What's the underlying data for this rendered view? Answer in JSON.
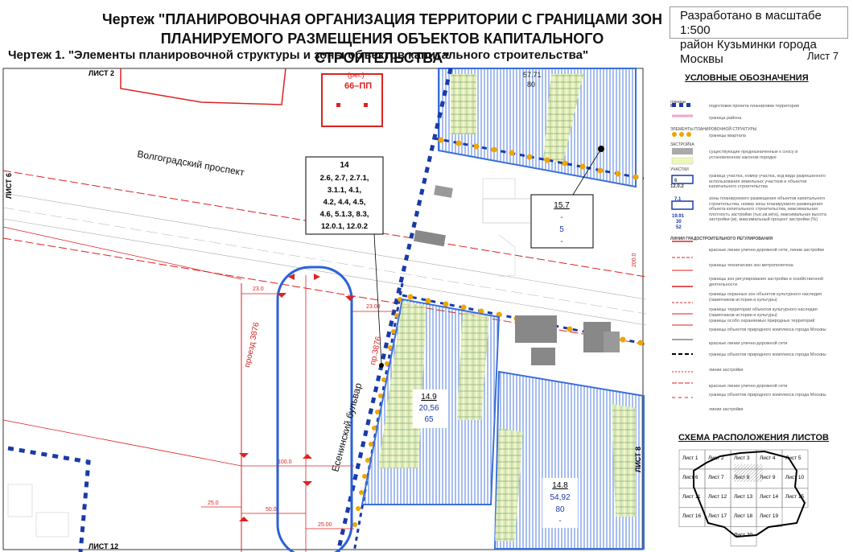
{
  "header": {
    "title_line1": "Чертеж \"ПЛАНИРОВОЧНАЯ ОРГАНИЗАЦИЯ ТЕРРИТОРИИ С ГРАНИЦАМИ ЗОН",
    "title_line2": "ПЛАНИРУЕМОГО РАЗМЕЩЕНИЯ ОБЪЕКТОВ КАПИТАЛЬНОГО СТРОИТЕЛЬСТВА\"",
    "scale_line1": "Разработано в масштабе 1:500",
    "scale_line2": "район Кузьминки города Москвы",
    "subtitle": "Чертеж 1. \"Элементы планировочной структуры и зоны объектов капитального строительства\"",
    "sheet": "Лист 7"
  },
  "map": {
    "labels": {
      "sheet_top": "ЛИСТ 2",
      "sheet_left": "ЛИСТ 6",
      "sheet_bottom": "ЛИСТ 12",
      "sheet_right": "ЛИСТ 8",
      "street_main": "Волгоградский проспект",
      "street_boulevard": "Есенинский бульвар",
      "passage_left": "проезд 3876",
      "passage_right": "пр.3876",
      "top_zone_code": "66–ПП",
      "top_zone_code2": "(рег.)",
      "top_num1": "57.71",
      "top_num2": "80",
      "dim_23": "23.0",
      "dim_23b": "23.00",
      "dim_100": "100.0",
      "dim_25": "25.0",
      "dim_50": "50.0",
      "dim_25b": "25.00",
      "dim_200": "200.0"
    },
    "block14": {
      "number": "14",
      "codes": [
        "2.6, 2.7, 2.7.1,",
        "3.1.1, 4.1,",
        "4.2, 4.4, 4.5,",
        "4.6, 5.1.3, 8.3,",
        "12.0.1, 12.0.2"
      ]
    },
    "zone15_7": {
      "id": "15.7",
      "v1": "-",
      "v2": "5",
      "v3": "-"
    },
    "zone14_9": {
      "id": "14.9",
      "v1": "20,56",
      "v2": "65"
    },
    "zone14_8": {
      "id": "14.8",
      "v1": "54,92",
      "v2": "80",
      "v3": "-"
    }
  },
  "legend": {
    "title": "УСЛОВНЫЕ ОБОЗНАЧЕНИЯ",
    "rows": [
      {
        "label": "границы",
        "text": "подготовки проекта планировки территории"
      },
      {
        "label": "",
        "text": "граница района"
      },
      {
        "label": "ЭЛЕМЕНТЫ ПЛАНИРОВОЧНОЙ СТРУКТУРЫ",
        "text": "границы квартала"
      },
      {
        "label": "ЗАСТРОЙКА",
        "text": ""
      },
      {
        "label": "",
        "text": "существующие предназначенные к сносу в установленном законом порядке"
      },
      {
        "label": "УЧАСТКИ",
        "text": "граница участка, номер участка, код вида разрешенного использования земельных участков и объектов капитального строительства"
      },
      {
        "label": "",
        "text": "зоны планируемого размещения объектов капитального строительства, номер зоны планируемого размещения объекта капитального строительства, максимальная плотность застройки (тыс.кв.м/га), максимальная высота застройки (м), максимальный процент застройки (%)"
      },
      {
        "label": "ЛИНИИ ГРАДОСТРОИТЕЛЬНОГО РЕГУЛИРОВАНИЯ",
        "text": "красные линии улично-дорожной сети, линии застройки"
      },
      {
        "label": "",
        "text": "границы технических зон метрополитена"
      },
      {
        "label": "",
        "text": "границы зон регулирования застройки и хозяйственной деятельности"
      },
      {
        "label": "",
        "text": "границы охранных зон объектов культурного наследия (памятников истории и культуры)"
      },
      {
        "label": "",
        "text": "границы территории объектов культурного наследия (памятников истории и культуры)"
      },
      {
        "label": "",
        "text": "границы особо охраняемых природных территорий"
      },
      {
        "label": "",
        "text": "границы объектов природного комплекса города Москвы"
      },
      {
        "label": "",
        "text": "красные линии улично-дорожной сети"
      },
      {
        "label": "",
        "text": "границы объектов природного комплекса города Москвы"
      },
      {
        "label": "",
        "text": "линии застройки"
      },
      {
        "label": "",
        "text": "красные линии улично-дорожной сети"
      },
      {
        "label": "",
        "text": "границы объектов природного комплекса города Москвы"
      },
      {
        "label": "",
        "text": "линии застройки"
      }
    ],
    "legend_codes": {
      "a": "6",
      "b": "12.0.2",
      "c": "7.1",
      "d": "19.91",
      "e": "30",
      "f": "52"
    }
  },
  "scheme": {
    "title": "СХЕМА РАСПОЛОЖЕНИЯ ЛИСТОВ",
    "cells": [
      "Лист 1",
      "Лист 2",
      "Лист 3",
      "Лист 4",
      "Лист 5",
      "Лист 6",
      "Лист 7",
      "Лист 8",
      "Лист 9",
      "Лист 10",
      "Лист 11",
      "Лист 12",
      "Лист 13",
      "Лист 14",
      "Лист 15",
      "Лист 16",
      "Лист 17",
      "Лист 18",
      "Лист 19",
      "Лист 20"
    ]
  }
}
